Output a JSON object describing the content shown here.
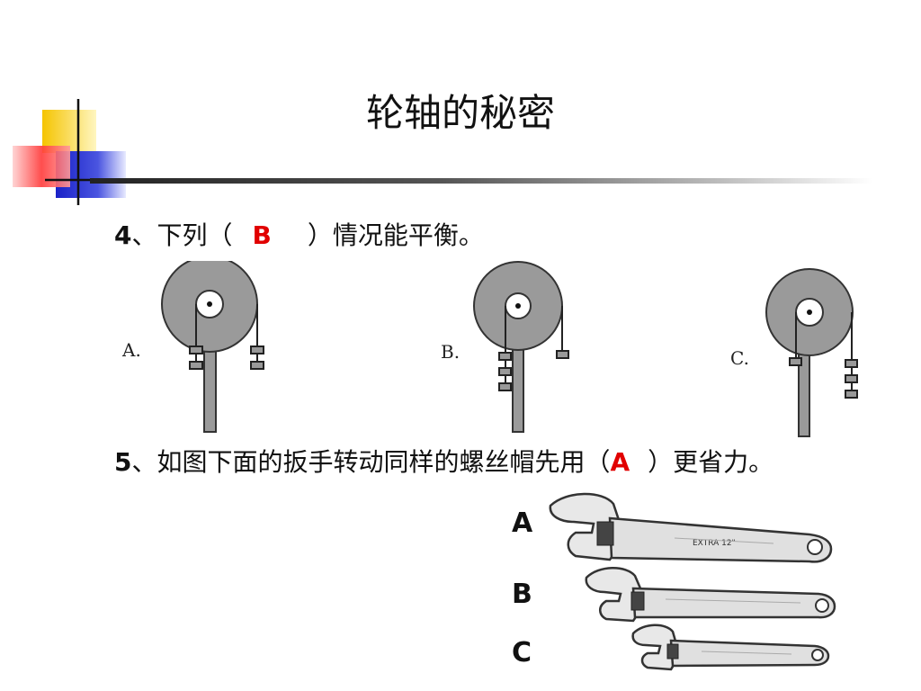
{
  "slide": {
    "title": "轮轴的秘密"
  },
  "question4": {
    "number": "4",
    "text_before": "、下列（",
    "answer": "B",
    "text_after": "）情况能平衡。",
    "option_labels": [
      "A.",
      "B.",
      "C."
    ]
  },
  "question5": {
    "number": "5",
    "text_before": "、如图下面的扳手转动同样的螺丝帽先用（",
    "answer": "A",
    "text_after": "）更省力。",
    "wrench_labels": [
      "A",
      "B",
      "C"
    ],
    "wrench_engraving": "EXTRA 12\""
  },
  "colors": {
    "answer": "#e10000",
    "accent_yellow": "#f5c400",
    "accent_red": "#ff3a3a",
    "accent_blue": "#2233cc"
  }
}
